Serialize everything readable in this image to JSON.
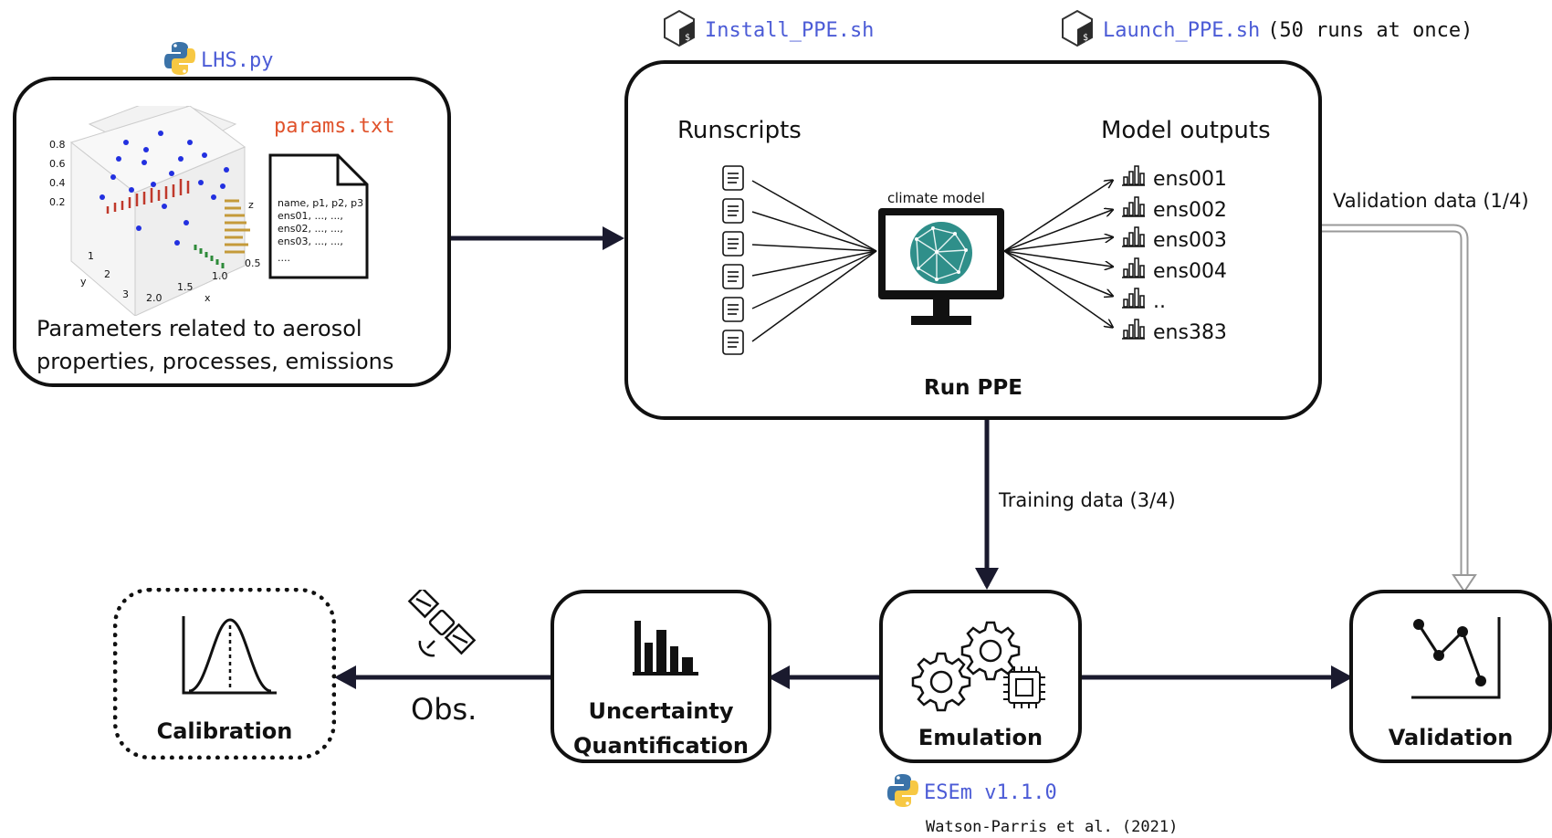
{
  "scripts": {
    "lhs": "LHS.py",
    "install": "Install_PPE.sh",
    "launch": "Launch_PPE.sh",
    "launch_note": "(50 runs at once)",
    "esem": "ESEm v1.1.0"
  },
  "lhs_box": {
    "params_file": "params.txt",
    "file_lines": [
      "name, p1, p2, p3",
      "ens01, ..., ...,",
      "ens02, ..., ...,",
      "ens03, ..., ...,",
      "...."
    ],
    "caption_line1": "Parameters related to aerosol",
    "caption_line2": "properties, processes, emissions",
    "plot_ticks": {
      "z": [
        "0.8",
        "0.6",
        "0.4",
        "0.2"
      ],
      "y": [
        "1",
        "2",
        "3"
      ],
      "x": [
        "2.0",
        "1.5",
        "1.0",
        "0.5"
      ],
      "y_label": "y",
      "x_label": "x",
      "z_label": "z"
    }
  },
  "ppe_box": {
    "runscripts_label": "Runscripts",
    "outputs_label": "Model outputs",
    "model_label": "climate model",
    "title": "Run PPE",
    "outputs": [
      "ens001",
      "ens002",
      "ens003",
      "ens004",
      "..",
      "ens383"
    ]
  },
  "edges": {
    "validation_data": "Validation data (1/4)",
    "training_data": "Training data (3/4)",
    "obs": "Obs."
  },
  "nodes": {
    "calibration": "Calibration",
    "uq_line1": "Uncertainty",
    "uq_line2": "Quantification",
    "emulation": "Emulation",
    "validation": "Validation"
  },
  "citation": "Watson-Parris et al. (2021)",
  "icons": [
    "python-icon",
    "shell-script-icon",
    "document-icon",
    "monitor-icon",
    "globe-icon",
    "bar-chart-icon",
    "satellite-icon",
    "gear-icon",
    "chip-icon",
    "gaussian-curve-icon",
    "line-plot-icon"
  ],
  "colors": {
    "stroke": "#1a1a2e",
    "code": "#4b5bd6",
    "params_file": "#e0522b",
    "globe": "#2f8f8a"
  }
}
